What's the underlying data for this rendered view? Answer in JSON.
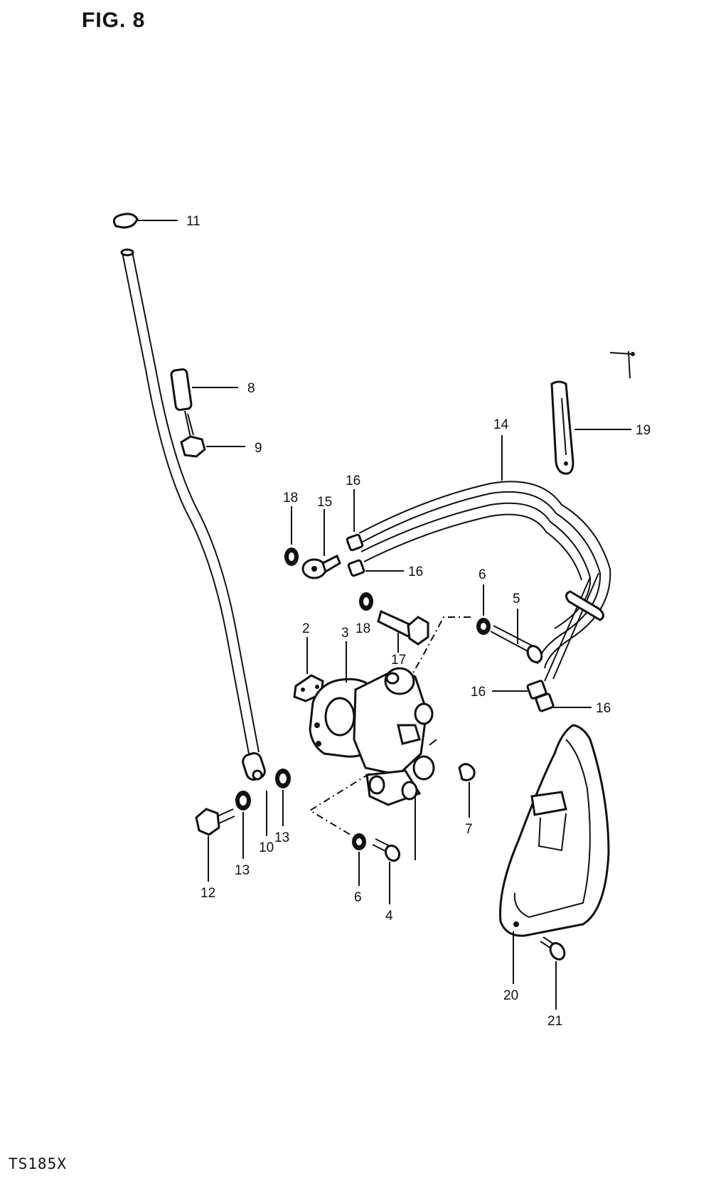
{
  "figure": {
    "title": "FIG. 8",
    "model": "TS185X"
  },
  "callouts": [
    {
      "id": "c11",
      "text": "11"
    },
    {
      "id": "c8",
      "text": "8"
    },
    {
      "id": "c9",
      "text": "9"
    },
    {
      "id": "c14",
      "text": "14"
    },
    {
      "id": "c19",
      "text": "19"
    },
    {
      "id": "c18a",
      "text": "18"
    },
    {
      "id": "c15",
      "text": "15"
    },
    {
      "id": "c16a",
      "text": "16"
    },
    {
      "id": "c16b",
      "text": "16"
    },
    {
      "id": "c6a",
      "text": "6"
    },
    {
      "id": "c5",
      "text": "5"
    },
    {
      "id": "c2",
      "text": "2"
    },
    {
      "id": "c3",
      "text": "3"
    },
    {
      "id": "c18b",
      "text": "18"
    },
    {
      "id": "c17",
      "text": "17"
    },
    {
      "id": "c16c",
      "text": "16"
    },
    {
      "id": "c16d",
      "text": "16"
    },
    {
      "id": "c7",
      "text": "7"
    },
    {
      "id": "c12",
      "text": "12"
    },
    {
      "id": "c13a",
      "text": "13"
    },
    {
      "id": "c10",
      "text": "10"
    },
    {
      "id": "c13b",
      "text": "13"
    },
    {
      "id": "c6b",
      "text": "6"
    },
    {
      "id": "c4",
      "text": "4"
    },
    {
      "id": "c20",
      "text": "20"
    },
    {
      "id": "c21",
      "text": "21"
    }
  ]
}
